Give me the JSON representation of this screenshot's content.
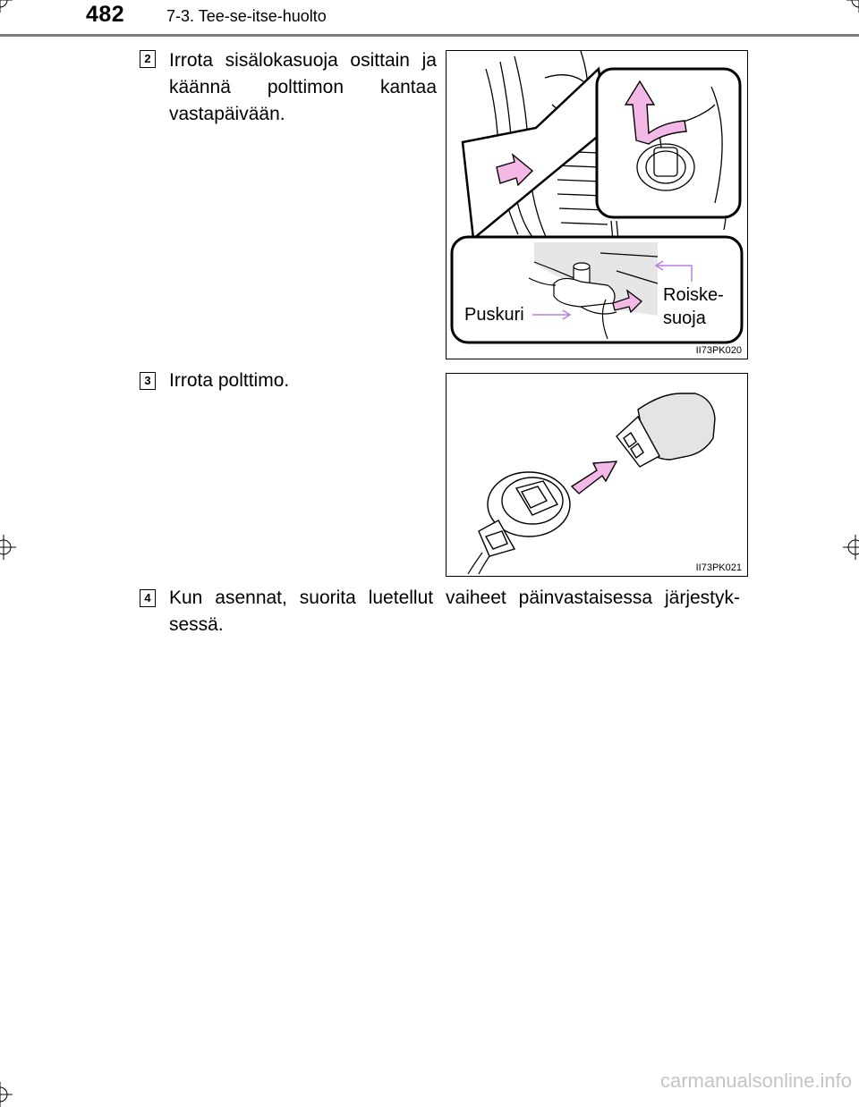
{
  "header": {
    "page_number": "482",
    "section_title": "7-3. Tee-se-itse-huolto"
  },
  "steps": [
    {
      "number": "2",
      "text": "Irrota sisälokasuoja osittain ja käännä polttimon kantaa vastapäivään."
    },
    {
      "number": "3",
      "text": "Irrota polttimo."
    },
    {
      "number": "4",
      "text": "Kun asennat, suorita luetellut vaiheet päinvastaisessa järjestyk-sessä."
    }
  ],
  "figures": [
    {
      "code": "II73PK020",
      "labels": {
        "bumper": "Puskuri",
        "splash_guard_line1": "Roiske-",
        "splash_guard_line2": "suoja"
      }
    },
    {
      "code": "II73PK021"
    }
  ],
  "watermark": "carmanualsonline.info",
  "colors": {
    "arrow_fill": "#f4b8e6",
    "callout_line": "#b57be0",
    "header_rule": "#7a7a7a"
  }
}
